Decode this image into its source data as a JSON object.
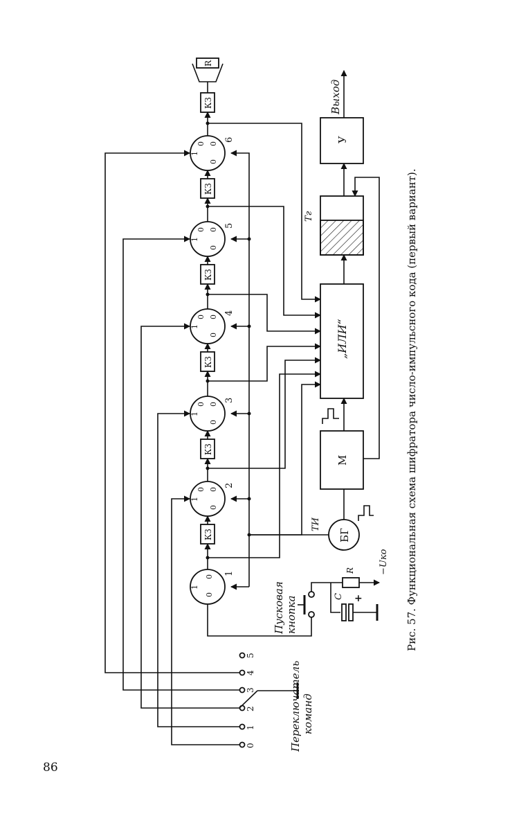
{
  "page_number": "86",
  "caption": "Рис. 57. Функциональная схема шифратора число-импульсного кода (первый вариант).",
  "labels": {
    "kz": "КЗ",
    "r_load": "R",
    "or_block": "„ИЛИ“",
    "trigger": "Тг",
    "amplifier": "У",
    "modulator": "М",
    "generator": "БГ",
    "ti": "ТИ",
    "output": "Выход",
    "resistor": "R",
    "capacitor": "C",
    "plus": "+",
    "supply": "−Uко",
    "start_button": [
      "Пусковая",
      "кнопка"
    ],
    "command_switch": [
      "Переключатель",
      "команд"
    ]
  },
  "stages": [
    {
      "n": "1"
    },
    {
      "n": "2"
    },
    {
      "n": "3"
    },
    {
      "n": "4"
    },
    {
      "n": "5"
    },
    {
      "n": "6"
    }
  ],
  "switch_positions": [
    "0",
    "1",
    "2",
    "3",
    "4",
    "5"
  ]
}
